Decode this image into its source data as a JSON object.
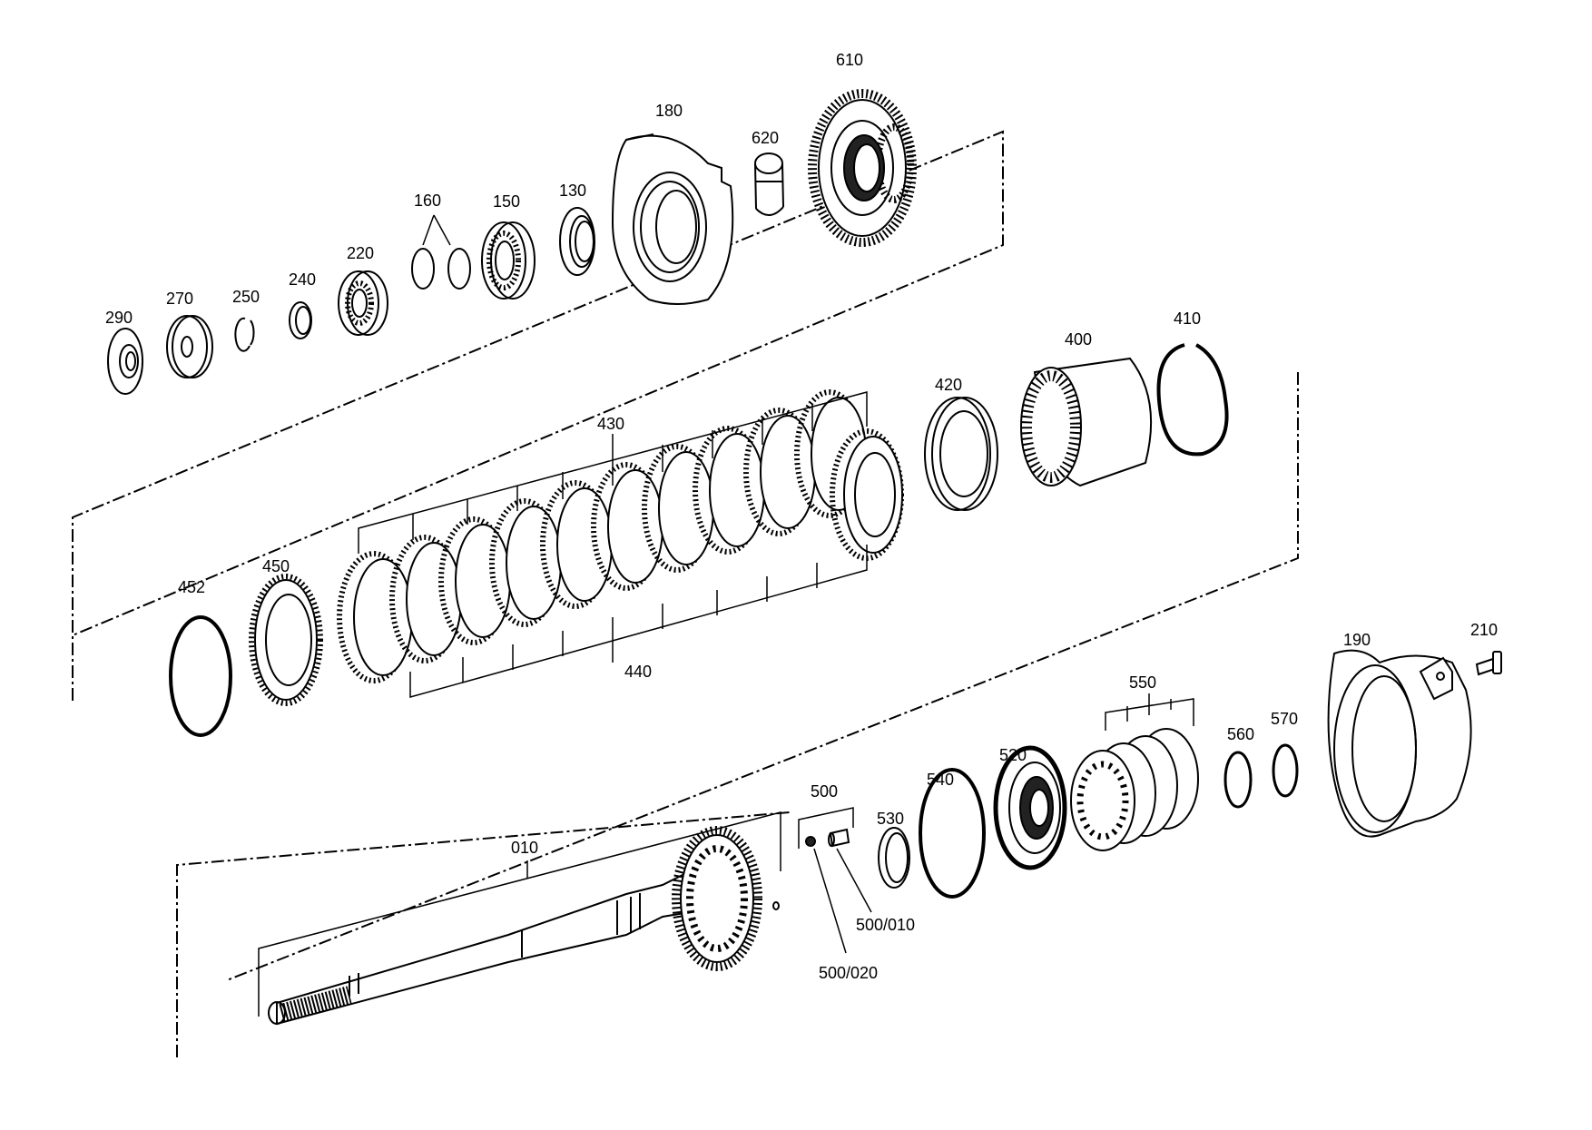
{
  "labels": {
    "p290": "290",
    "p270": "270",
    "p250": "250",
    "p240": "240",
    "p220": "220",
    "p160": "160",
    "p150": "150",
    "p130": "130",
    "p180": "180",
    "p620": "620",
    "p610": "610",
    "p400": "400",
    "p410": "410",
    "p420": "420",
    "p430": "430",
    "p440": "440",
    "p450": "450",
    "p452": "452",
    "p190": "190",
    "p210": "210",
    "p550": "550",
    "p560": "560",
    "p570": "570",
    "p520": "520",
    "p540": "540",
    "p530": "530",
    "p500": "500",
    "p500_010": "500/010",
    "p500_020": "500/020",
    "p010": "010"
  }
}
